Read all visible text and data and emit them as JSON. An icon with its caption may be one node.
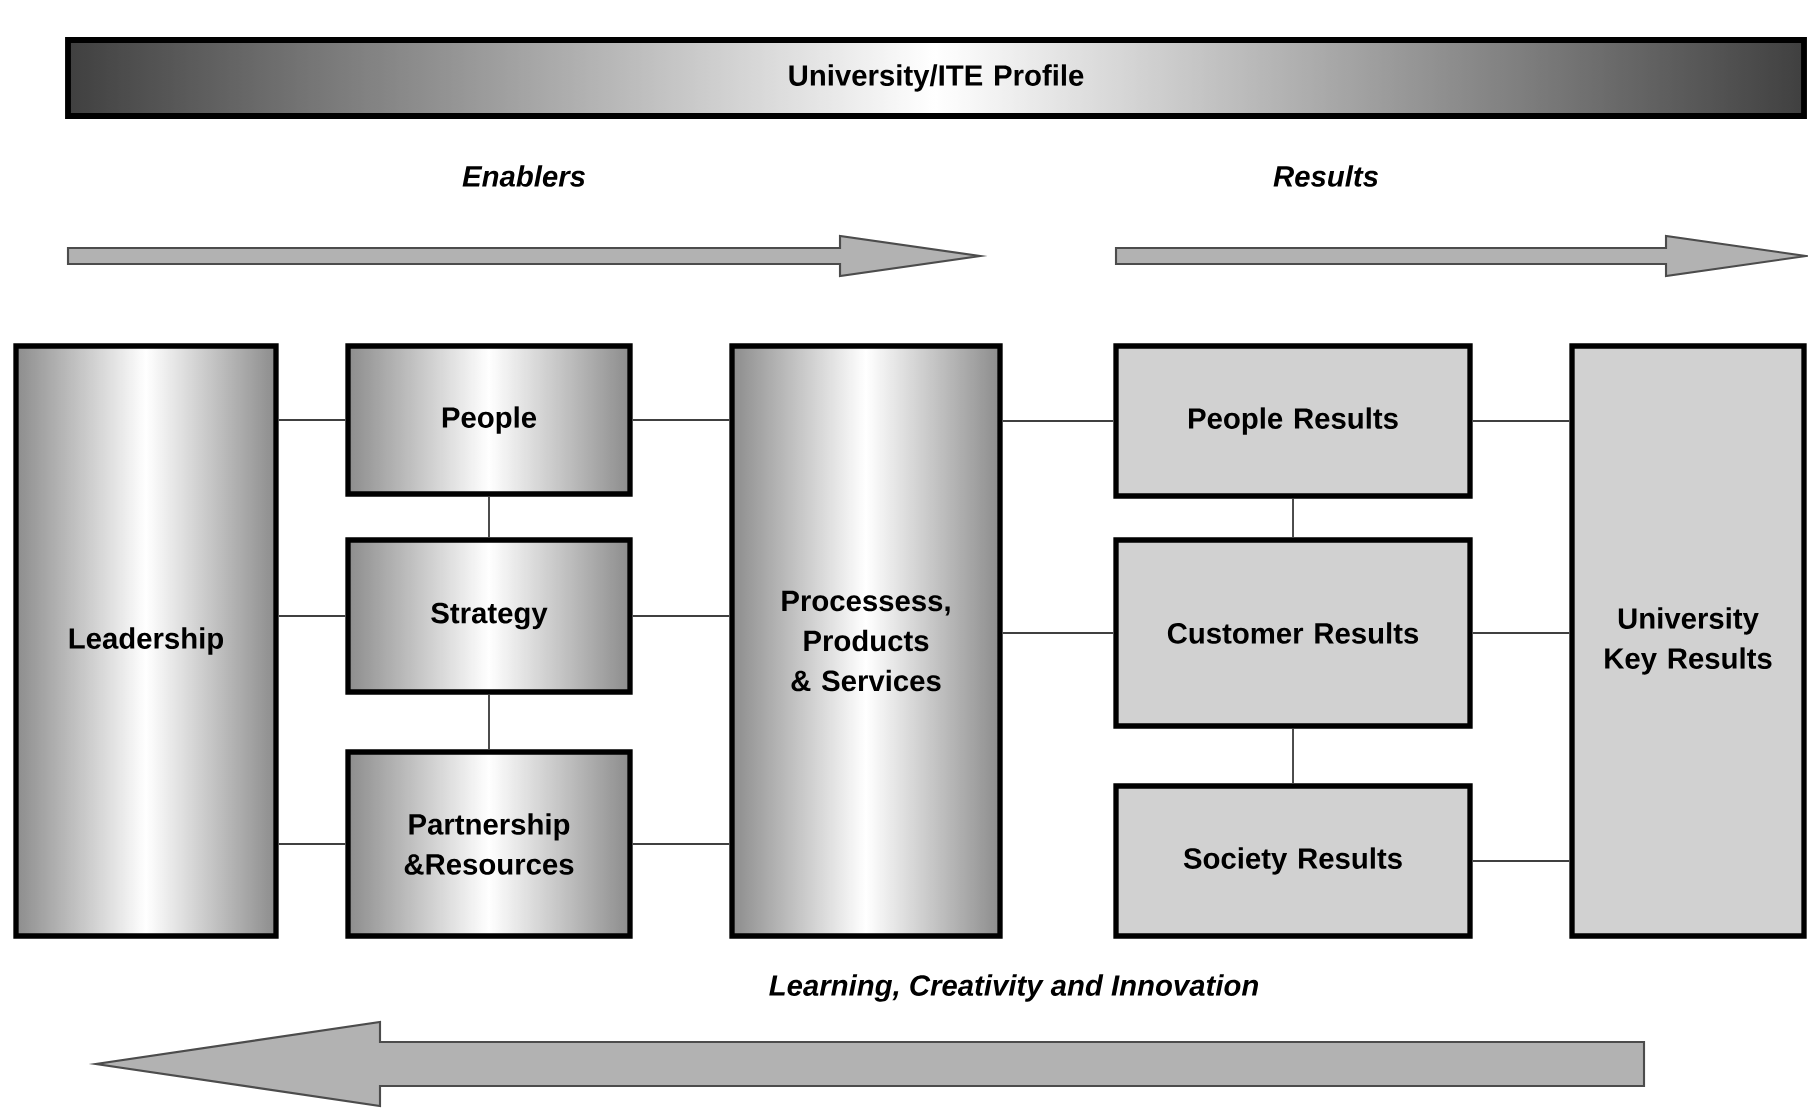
{
  "diagram": {
    "nodes": [
      {
        "text": [
          "University/ITE Profile"
        ]
      },
      {
        "text": [
          "Leadership"
        ]
      },
      {
        "text": [
          "People"
        ]
      },
      {
        "text": [
          "Strategy"
        ]
      },
      {
        "text": [
          "Partnership &Resources"
        ]
      },
      {
        "text": [
          "Processess, Products & Services"
        ]
      },
      {
        "text": [
          "People Results"
        ]
      },
      {
        "text": [
          "Customer Results"
        ]
      },
      {
        "text": [
          "Society Results"
        ]
      },
      {
        "text": [
          "University Key Results"
        ]
      }
    ],
    "edges": [
      {
        "from": 1,
        "to": 2,
        "arrow": "none"
      },
      {
        "from": 1,
        "to": 3,
        "arrow": "none"
      },
      {
        "from": 1,
        "to": 4,
        "arrow": "none"
      },
      {
        "from": 2,
        "to": 3,
        "arrow": "none"
      },
      {
        "from": 3,
        "to": 4,
        "arrow": "none"
      },
      {
        "from": 2,
        "to": 5,
        "arrow": "none"
      },
      {
        "from": 3,
        "to": 5,
        "arrow": "none"
      },
      {
        "from": 4,
        "to": 5,
        "arrow": "none"
      },
      {
        "from": 5,
        "to": 6,
        "arrow": "none"
      },
      {
        "from": 5,
        "to": 7,
        "arrow": "none"
      },
      {
        "from": 6,
        "to": 7,
        "arrow": "none"
      },
      {
        "from": 7,
        "to": 8,
        "arrow": "none"
      },
      {
        "from": 6,
        "to": 9,
        "arrow": "none"
      },
      {
        "from": 7,
        "to": 9,
        "arrow": "none"
      },
      {
        "from": 8,
        "to": 9,
        "arrow": "none"
      }
    ],
    "labels": [
      "Enablers",
      "Results",
      "Learning, Creativity and Innovation"
    ]
  }
}
